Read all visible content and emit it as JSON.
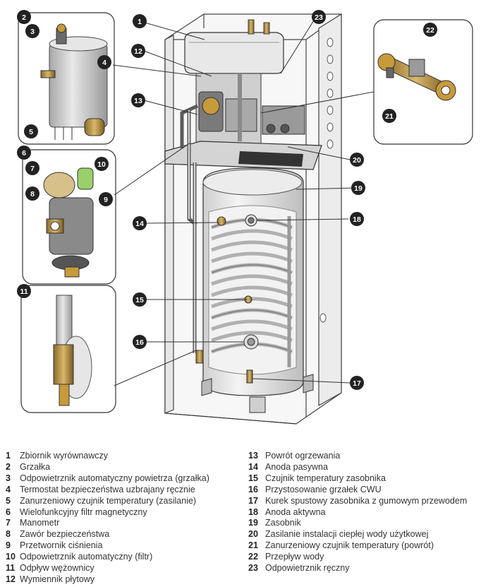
{
  "callouts": [
    "1",
    "2",
    "3",
    "4",
    "5",
    "6",
    "7",
    "8",
    "9",
    "10",
    "11",
    "12",
    "13",
    "14",
    "15",
    "16",
    "17",
    "18",
    "19",
    "20",
    "21",
    "22",
    "23"
  ],
  "legend_left": [
    {
      "num": "1",
      "label": "Zbiornik wyrównawczy"
    },
    {
      "num": "2",
      "label": "Grzałka"
    },
    {
      "num": "3",
      "label": "Odpowietrznik automatyczny powietrza (grzałka)"
    },
    {
      "num": "4",
      "label": "Termostat bezpieczeństwa uzbrajany ręcznie"
    },
    {
      "num": "5",
      "label": "Zanurzeniowy czujnik temperatury (zasilanie)"
    },
    {
      "num": "6",
      "label": "Wielofunkcyjny filtr magnetyczny"
    },
    {
      "num": "7",
      "label": "Manometr"
    },
    {
      "num": "8",
      "label": "Zawór bezpieczeństwa"
    },
    {
      "num": "9",
      "label": "Przetwornik ciśnienia"
    },
    {
      "num": "10",
      "label": "Odpowietrznik automatyczny (filtr)"
    },
    {
      "num": "11",
      "label": "Odpływ wężownicy"
    },
    {
      "num": "12",
      "label": "Wymiennik płytowy"
    }
  ],
  "legend_right": [
    {
      "num": "13",
      "label": "Powrót ogrzewania"
    },
    {
      "num": "14",
      "label": "Anoda pasywna"
    },
    {
      "num": "15",
      "label": "Czujnik temperatury zasobnika"
    },
    {
      "num": "16",
      "label": "Przystosowanie grzałek CWU"
    },
    {
      "num": "17",
      "label": "Kurek spustowy zasobnika z gumowym przewodem"
    },
    {
      "num": "18",
      "label": "Anoda aktywna"
    },
    {
      "num": "19",
      "label": "Zasobnik"
    },
    {
      "num": "20",
      "label": "Zasilanie instalacji ciepłej wody użytkowej"
    },
    {
      "num": "21",
      "label": "Zanurzeniowy czujnik temperatury (powrót)"
    },
    {
      "num": "22",
      "label": "Przepływ wody"
    },
    {
      "num": "23",
      "label": "Odpowietrznik ręczny"
    }
  ]
}
